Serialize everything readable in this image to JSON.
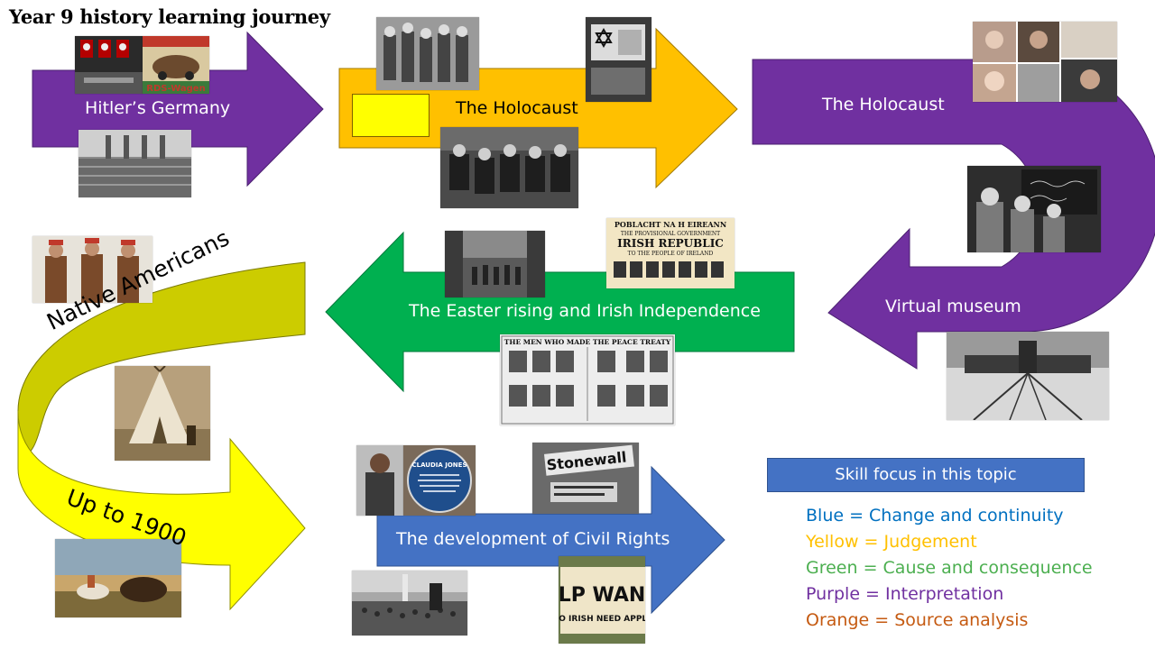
{
  "title": "Year 9 history learning journey",
  "colors": {
    "purple": "#7030a0",
    "orange": "#ffc000",
    "green": "#00b050",
    "olive": "#cccc00",
    "yellow": "#ffff00",
    "blue": "#4472c4",
    "legend_blue": "#0070c0",
    "legend_yellow": "#ffc000",
    "legend_green": "#4caf50",
    "legend_purple": "#7030a0",
    "legend_orange": "#c55a11"
  },
  "journey": {
    "hitlers_germany": "Hitler’s Germany",
    "holocaust_1": "The Holocaust",
    "holocaust_2": "The Holocaust",
    "virtual_museum": "Virtual museum",
    "easter_rising": "The Easter rising and Irish Independence",
    "native_americans": "Native Americans",
    "up_to_1900": "Up to 1900",
    "civil_rights": "The development of Civil Rights"
  },
  "photo_text": {
    "car_poster": "RDS-Wagen",
    "poblacht_1": "POBLACHT NA H EIREANN",
    "poblacht_2": "THE PROVISIONAL GOVERNMENT",
    "poblacht_3": "IRISH REPUBLIC",
    "poblacht_4": "TO THE PEOPLE OF IRELAND",
    "peace_treaty": "THE MEN WHO MADE THE PEACE TREATY",
    "stonewall": "Stonewall",
    "claudia_jones": "CLAUDIA JONES",
    "help_wanted_1": "ELP WANT",
    "help_wanted_2": "NO IRISH NEED APPLY"
  },
  "skills": {
    "heading": "Skill focus in this topic",
    "items": [
      {
        "text": "Blue = Change and continuity",
        "color": "#0070c0"
      },
      {
        "text": "Yellow = Judgement",
        "color": "#ffc000"
      },
      {
        "text": "Green = Cause and consequence",
        "color": "#4caf50"
      },
      {
        "text": "Purple = Interpretation",
        "color": "#7030a0"
      },
      {
        "text": "Orange = Source analysis",
        "color": "#c55a11"
      }
    ]
  }
}
